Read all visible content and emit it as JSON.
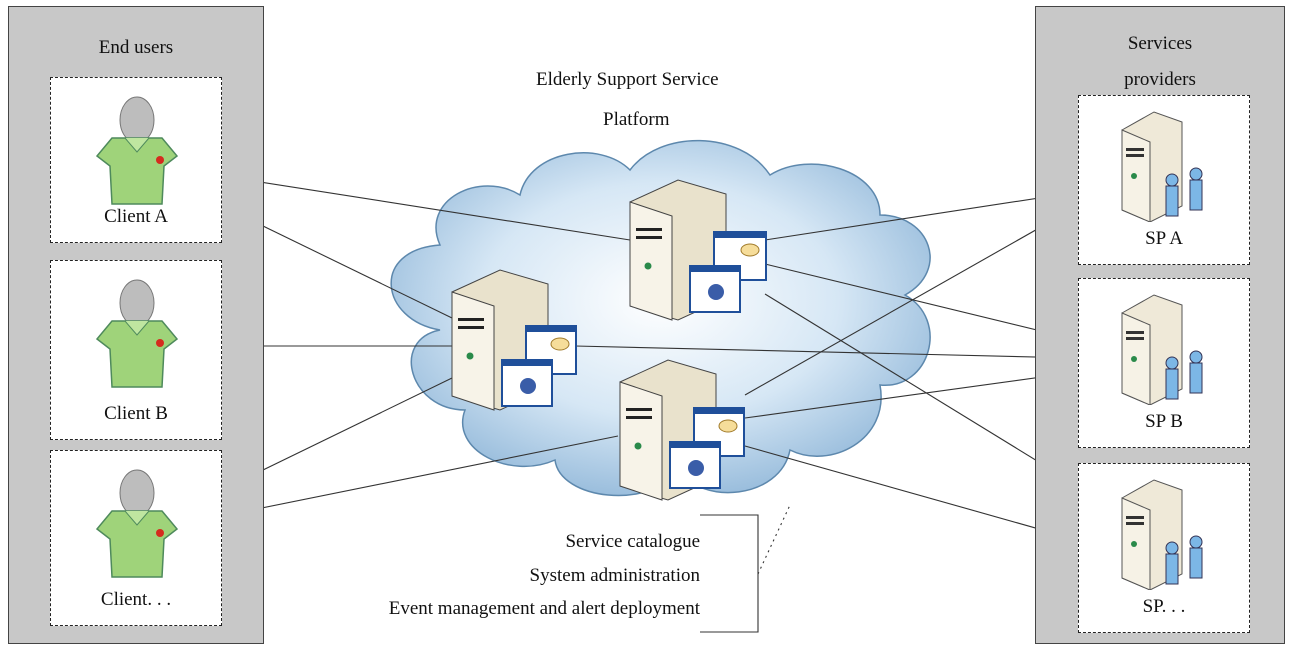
{
  "platform_title": [
    "Elderly Support Service",
    "Platform"
  ],
  "end_users": {
    "title": "End users",
    "clients": [
      "Client A",
      "Client B",
      "Client. . ."
    ]
  },
  "providers": {
    "title": [
      "Services",
      "providers"
    ],
    "items": [
      "SP A",
      "SP B",
      "SP. . ."
    ]
  },
  "functions": [
    "Service catalogue",
    "System administration",
    "Event management and alert deployment"
  ],
  "colors": {
    "panel": "#c8c8c8",
    "shirt": "#9fd37a",
    "cloud": "#bcd8ee",
    "server": "#eee8d6"
  }
}
